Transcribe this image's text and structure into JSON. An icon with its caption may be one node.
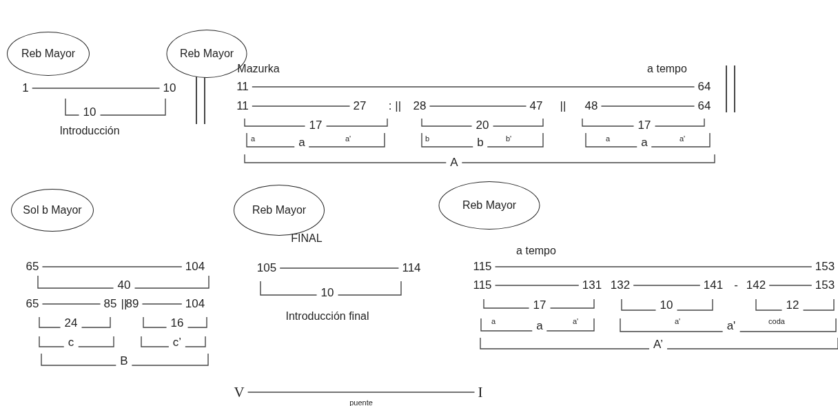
{
  "diagram": {
    "nodes": [
      {
        "text": [
          "Reb Mayor"
        ]
      },
      {
        "text": [
          "Reb Mayor"
        ]
      },
      {
        "text": [
          "Sol b Mayor"
        ]
      },
      {
        "text": [
          "Reb Mayor"
        ]
      },
      {
        "text": [
          "Reb Mayor"
        ]
      },
      {
        "text": [
          "1"
        ]
      },
      {
        "text": [
          "10"
        ]
      },
      {
        "text": [
          "11"
        ]
      },
      {
        "text": [
          "64"
        ]
      },
      {
        "text": [
          "11"
        ]
      },
      {
        "text": [
          "27"
        ]
      },
      {
        "text": [
          "28"
        ]
      },
      {
        "text": [
          "47"
        ]
      },
      {
        "text": [
          "48"
        ]
      },
      {
        "text": [
          "64"
        ]
      },
      {
        "text": [
          "65"
        ]
      },
      {
        "text": [
          "104"
        ]
      },
      {
        "text": [
          "65"
        ]
      },
      {
        "text": [
          "85"
        ]
      },
      {
        "text": [
          "89"
        ]
      },
      {
        "text": [
          "104"
        ]
      },
      {
        "text": [
          "105"
        ]
      },
      {
        "text": [
          "114"
        ]
      },
      {
        "text": [
          "115"
        ]
      },
      {
        "text": [
          "153"
        ]
      },
      {
        "text": [
          "115"
        ]
      },
      {
        "text": [
          "131"
        ]
      },
      {
        "text": [
          "132"
        ]
      },
      {
        "text": [
          "141"
        ]
      },
      {
        "text": [
          "142"
        ]
      },
      {
        "text": [
          "153"
        ]
      },
      {
        "text": [
          "V"
        ]
      },
      {
        "text": [
          "I"
        ]
      }
    ],
    "edges": [
      {
        "from": 5,
        "to": 6,
        "arrow": "none"
      },
      {
        "from": 7,
        "to": 8,
        "arrow": "none"
      },
      {
        "from": 9,
        "to": 10,
        "arrow": "none"
      },
      {
        "from": 11,
        "to": 12,
        "arrow": "none"
      },
      {
        "from": 13,
        "to": 14,
        "arrow": "none"
      },
      {
        "from": 15,
        "to": 16,
        "arrow": "none"
      },
      {
        "from": 17,
        "to": 18,
        "arrow": "none"
      },
      {
        "from": 19,
        "to": 20,
        "arrow": "none"
      },
      {
        "from": 21,
        "to": 22,
        "arrow": "none"
      },
      {
        "from": 23,
        "to": 24,
        "arrow": "none"
      },
      {
        "from": 25,
        "to": 26,
        "arrow": "none"
      },
      {
        "from": 27,
        "to": 28,
        "arrow": "none"
      },
      {
        "from": 29,
        "to": 30,
        "arrow": "none"
      },
      {
        "from": 31,
        "to": 32,
        "arrow": "none",
        "label": "puente"
      }
    ],
    "labels": [
      "Mazurka",
      "a tempo",
      ": ||",
      "||",
      "10",
      "Introducción",
      "17",
      "a",
      "a",
      "a'",
      "20",
      "b",
      "b",
      "b'",
      "17",
      "a",
      "a",
      "a'",
      "A",
      "FINAL",
      "a tempo",
      "40",
      "||",
      "24",
      "16",
      "c",
      "c’",
      "B",
      "10",
      "Introducción final",
      "-",
      "17",
      "a",
      "a",
      "a'",
      "10",
      "12",
      "a'",
      "a'",
      "coda",
      "A’"
    ]
  }
}
